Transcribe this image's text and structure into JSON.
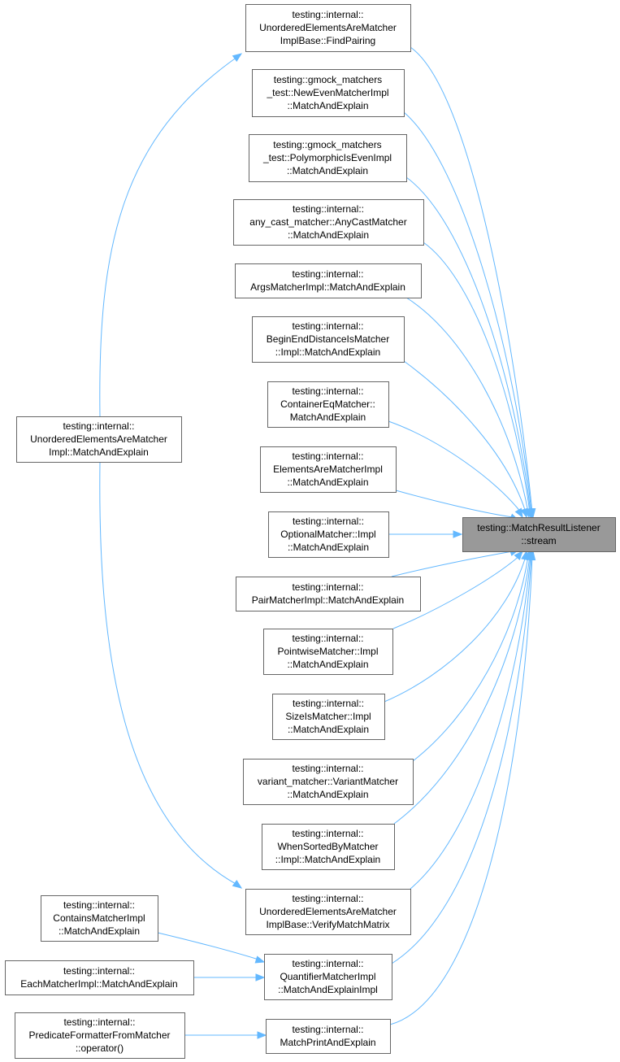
{
  "colors": {
    "edge": "#63b8ff",
    "node_border": "#666666",
    "root_fill": "#999999",
    "node_fill": "#ffffff"
  },
  "nodes": [
    {
      "id": "root",
      "lines": [
        "testing::MatchResultListener",
        "::stream"
      ],
      "root": true
    },
    {
      "id": "n1",
      "lines": [
        "testing::internal::",
        "UnorderedElementsAreMatcher",
        "ImplBase::FindPairing"
      ]
    },
    {
      "id": "n2",
      "lines": [
        "testing::gmock_matchers",
        "_test::NewEvenMatcherImpl",
        "::MatchAndExplain"
      ]
    },
    {
      "id": "n3",
      "lines": [
        "testing::gmock_matchers",
        "_test::PolymorphicIsEvenImpl",
        "::MatchAndExplain"
      ]
    },
    {
      "id": "n4",
      "lines": [
        "testing::internal::",
        "any_cast_matcher::AnyCastMatcher",
        "::MatchAndExplain"
      ]
    },
    {
      "id": "n5",
      "lines": [
        "testing::internal::",
        "ArgsMatcherImpl::MatchAndExplain"
      ]
    },
    {
      "id": "n6",
      "lines": [
        "testing::internal::",
        "BeginEndDistanceIsMatcher",
        "::Impl::MatchAndExplain"
      ]
    },
    {
      "id": "n7",
      "lines": [
        "testing::internal::",
        "ContainerEqMatcher::",
        "MatchAndExplain"
      ]
    },
    {
      "id": "n8",
      "lines": [
        "testing::internal::",
        "ElementsAreMatcherImpl",
        "::MatchAndExplain"
      ]
    },
    {
      "id": "n9",
      "lines": [
        "testing::internal::",
        "OptionalMatcher::Impl",
        "::MatchAndExplain"
      ]
    },
    {
      "id": "n10",
      "lines": [
        "testing::internal::",
        "PairMatcherImpl::MatchAndExplain"
      ]
    },
    {
      "id": "n11",
      "lines": [
        "testing::internal::",
        "PointwiseMatcher::Impl",
        "::MatchAndExplain"
      ]
    },
    {
      "id": "n12",
      "lines": [
        "testing::internal::",
        "SizeIsMatcher::Impl",
        "::MatchAndExplain"
      ]
    },
    {
      "id": "n13",
      "lines": [
        "testing::internal::",
        "variant_matcher::VariantMatcher",
        "::MatchAndExplain"
      ]
    },
    {
      "id": "n14",
      "lines": [
        "testing::internal::",
        "WhenSortedByMatcher",
        "::Impl::MatchAndExplain"
      ]
    },
    {
      "id": "n15",
      "lines": [
        "testing::internal::",
        "UnorderedElementsAreMatcher",
        "ImplBase::VerifyMatchMatrix"
      ]
    },
    {
      "id": "n16",
      "lines": [
        "testing::internal::",
        "QuantifierMatcherImpl",
        "::MatchAndExplainImpl"
      ]
    },
    {
      "id": "n17",
      "lines": [
        "testing::internal::",
        "MatchPrintAndExplain"
      ]
    },
    {
      "id": "n18",
      "lines": [
        "testing::internal::",
        "UnorderedElementsAreMatcher",
        "Impl::MatchAndExplain"
      ]
    },
    {
      "id": "n19",
      "lines": [
        "testing::internal::",
        "ContainsMatcherImpl",
        "::MatchAndExplain"
      ]
    },
    {
      "id": "n20",
      "lines": [
        "testing::internal::",
        "EachMatcherImpl::MatchAndExplain"
      ]
    },
    {
      "id": "n21",
      "lines": [
        "testing::internal::",
        "PredicateFormatterFromMatcher",
        "::operator()"
      ]
    }
  ],
  "edges": [
    {
      "from": "n1",
      "to": "root"
    },
    {
      "from": "n2",
      "to": "root"
    },
    {
      "from": "n3",
      "to": "root"
    },
    {
      "from": "n4",
      "to": "root"
    },
    {
      "from": "n5",
      "to": "root"
    },
    {
      "from": "n6",
      "to": "root"
    },
    {
      "from": "n7",
      "to": "root"
    },
    {
      "from": "n8",
      "to": "root"
    },
    {
      "from": "n9",
      "to": "root"
    },
    {
      "from": "n10",
      "to": "root"
    },
    {
      "from": "n11",
      "to": "root"
    },
    {
      "from": "n12",
      "to": "root"
    },
    {
      "from": "n13",
      "to": "root"
    },
    {
      "from": "n14",
      "to": "root"
    },
    {
      "from": "n15",
      "to": "root"
    },
    {
      "from": "n16",
      "to": "root"
    },
    {
      "from": "n17",
      "to": "root"
    },
    {
      "from": "n18",
      "to": "n1"
    },
    {
      "from": "n18",
      "to": "n15"
    },
    {
      "from": "n19",
      "to": "n16"
    },
    {
      "from": "n20",
      "to": "n16"
    },
    {
      "from": "n21",
      "to": "n17"
    }
  ]
}
